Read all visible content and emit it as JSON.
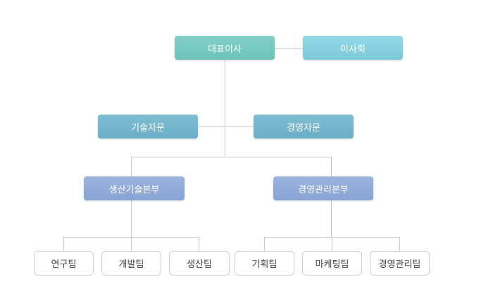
{
  "org": {
    "ceo": "대표이사",
    "board": "이사회",
    "advisory": [
      "기술자문",
      "경영자문"
    ],
    "divisions": [
      {
        "name": "생산기술본부",
        "teams": [
          "연구팀",
          "개발팀",
          "생산팀"
        ]
      },
      {
        "name": "경영관리본부",
        "teams": [
          "기획팀",
          "마케팅팀",
          "경영관리팀"
        ]
      }
    ]
  },
  "colors": {
    "ceo": "#73c7bd",
    "board": "#84d1e0",
    "advisory": "#73b3cb",
    "division": "#8eaad7",
    "connector": "#c8c8c8",
    "team_border": "#cfcfcf",
    "team_text": "#444444"
  }
}
